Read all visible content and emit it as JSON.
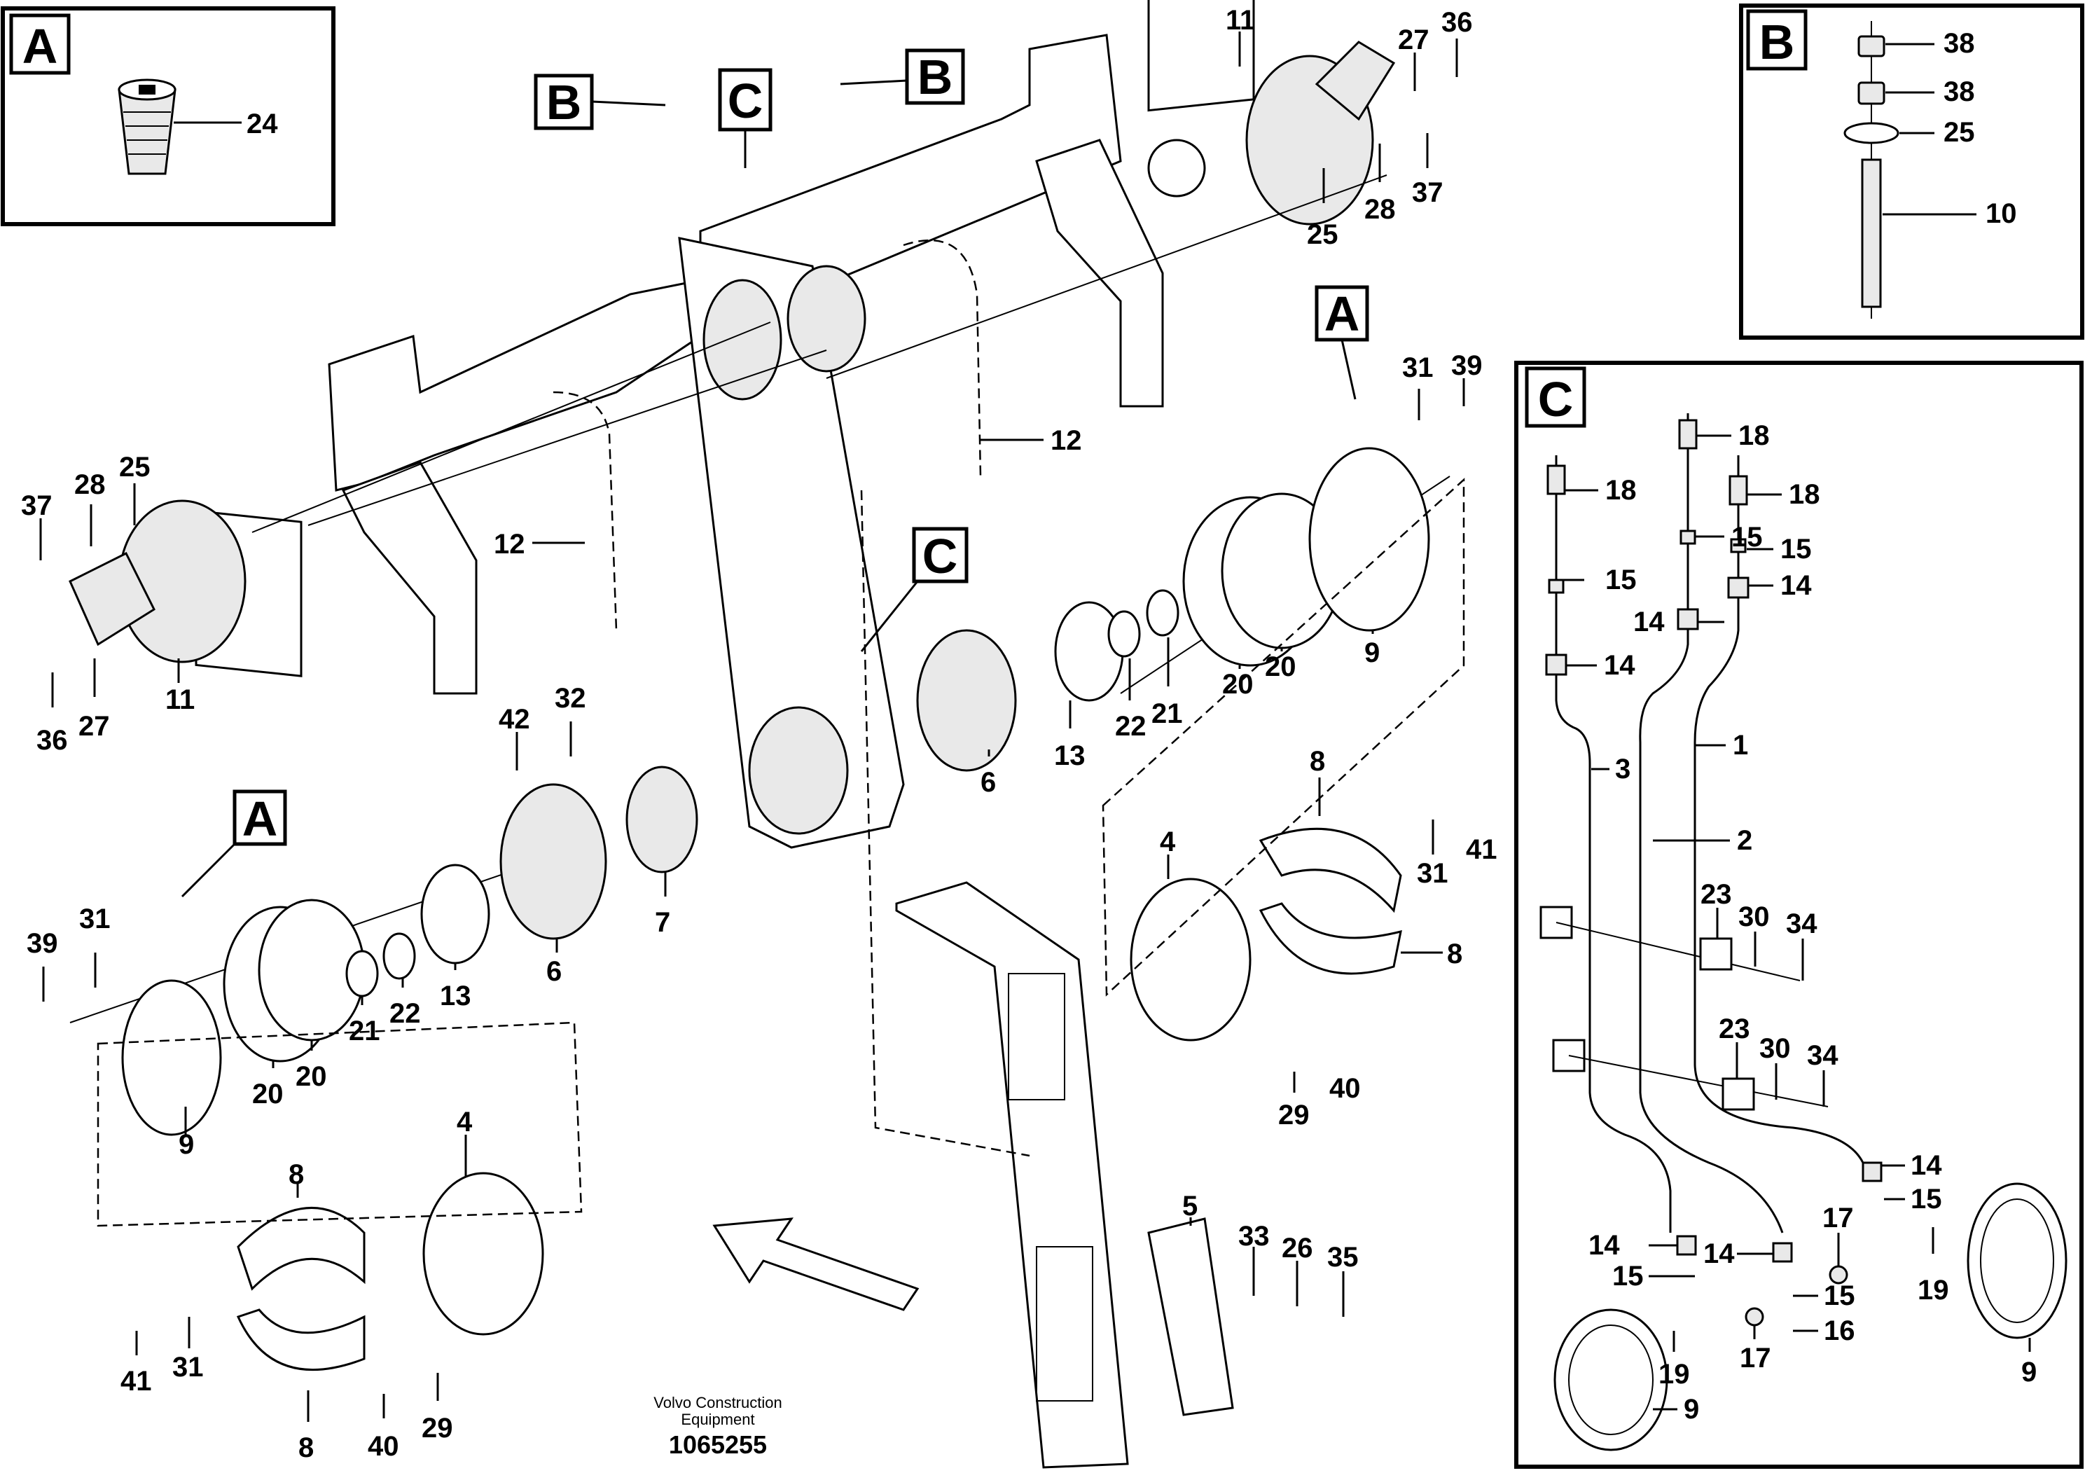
{
  "footer": {
    "company_line1": "Volvo Construction",
    "company_line2": "Equipment",
    "drawing_number": "1065255"
  },
  "callouts": {
    "A": "A",
    "B": "B",
    "C": "C"
  },
  "inset_a": {
    "letter": "A",
    "labels": [
      "24"
    ]
  },
  "inset_b": {
    "letter": "B",
    "labels": [
      "38",
      "38",
      "25",
      "10"
    ]
  },
  "inset_c": {
    "letter": "C",
    "labels": [
      "18",
      "18",
      "18",
      "15",
      "15",
      "15",
      "14",
      "14",
      "14",
      "1",
      "3",
      "2",
      "23",
      "30",
      "34",
      "23",
      "30",
      "34",
      "14",
      "15",
      "17",
      "19",
      "9",
      "14",
      "14",
      "15",
      "15",
      "16",
      "17",
      "19",
      "9"
    ]
  },
  "main_labels": [
    "11",
    "36",
    "27",
    "37",
    "28",
    "25",
    "12",
    "37",
    "28",
    "25",
    "11",
    "36",
    "27",
    "12",
    "39",
    "31",
    "9",
    "20",
    "20",
    "22",
    "21",
    "13",
    "6",
    "42",
    "32",
    "7",
    "6",
    "13",
    "22",
    "21",
    "20",
    "20",
    "9",
    "31",
    "39",
    "8",
    "4",
    "31",
    "41",
    "8",
    "29",
    "40",
    "4",
    "8",
    "41",
    "31",
    "8",
    "40",
    "29",
    "5",
    "33",
    "26",
    "35"
  ]
}
